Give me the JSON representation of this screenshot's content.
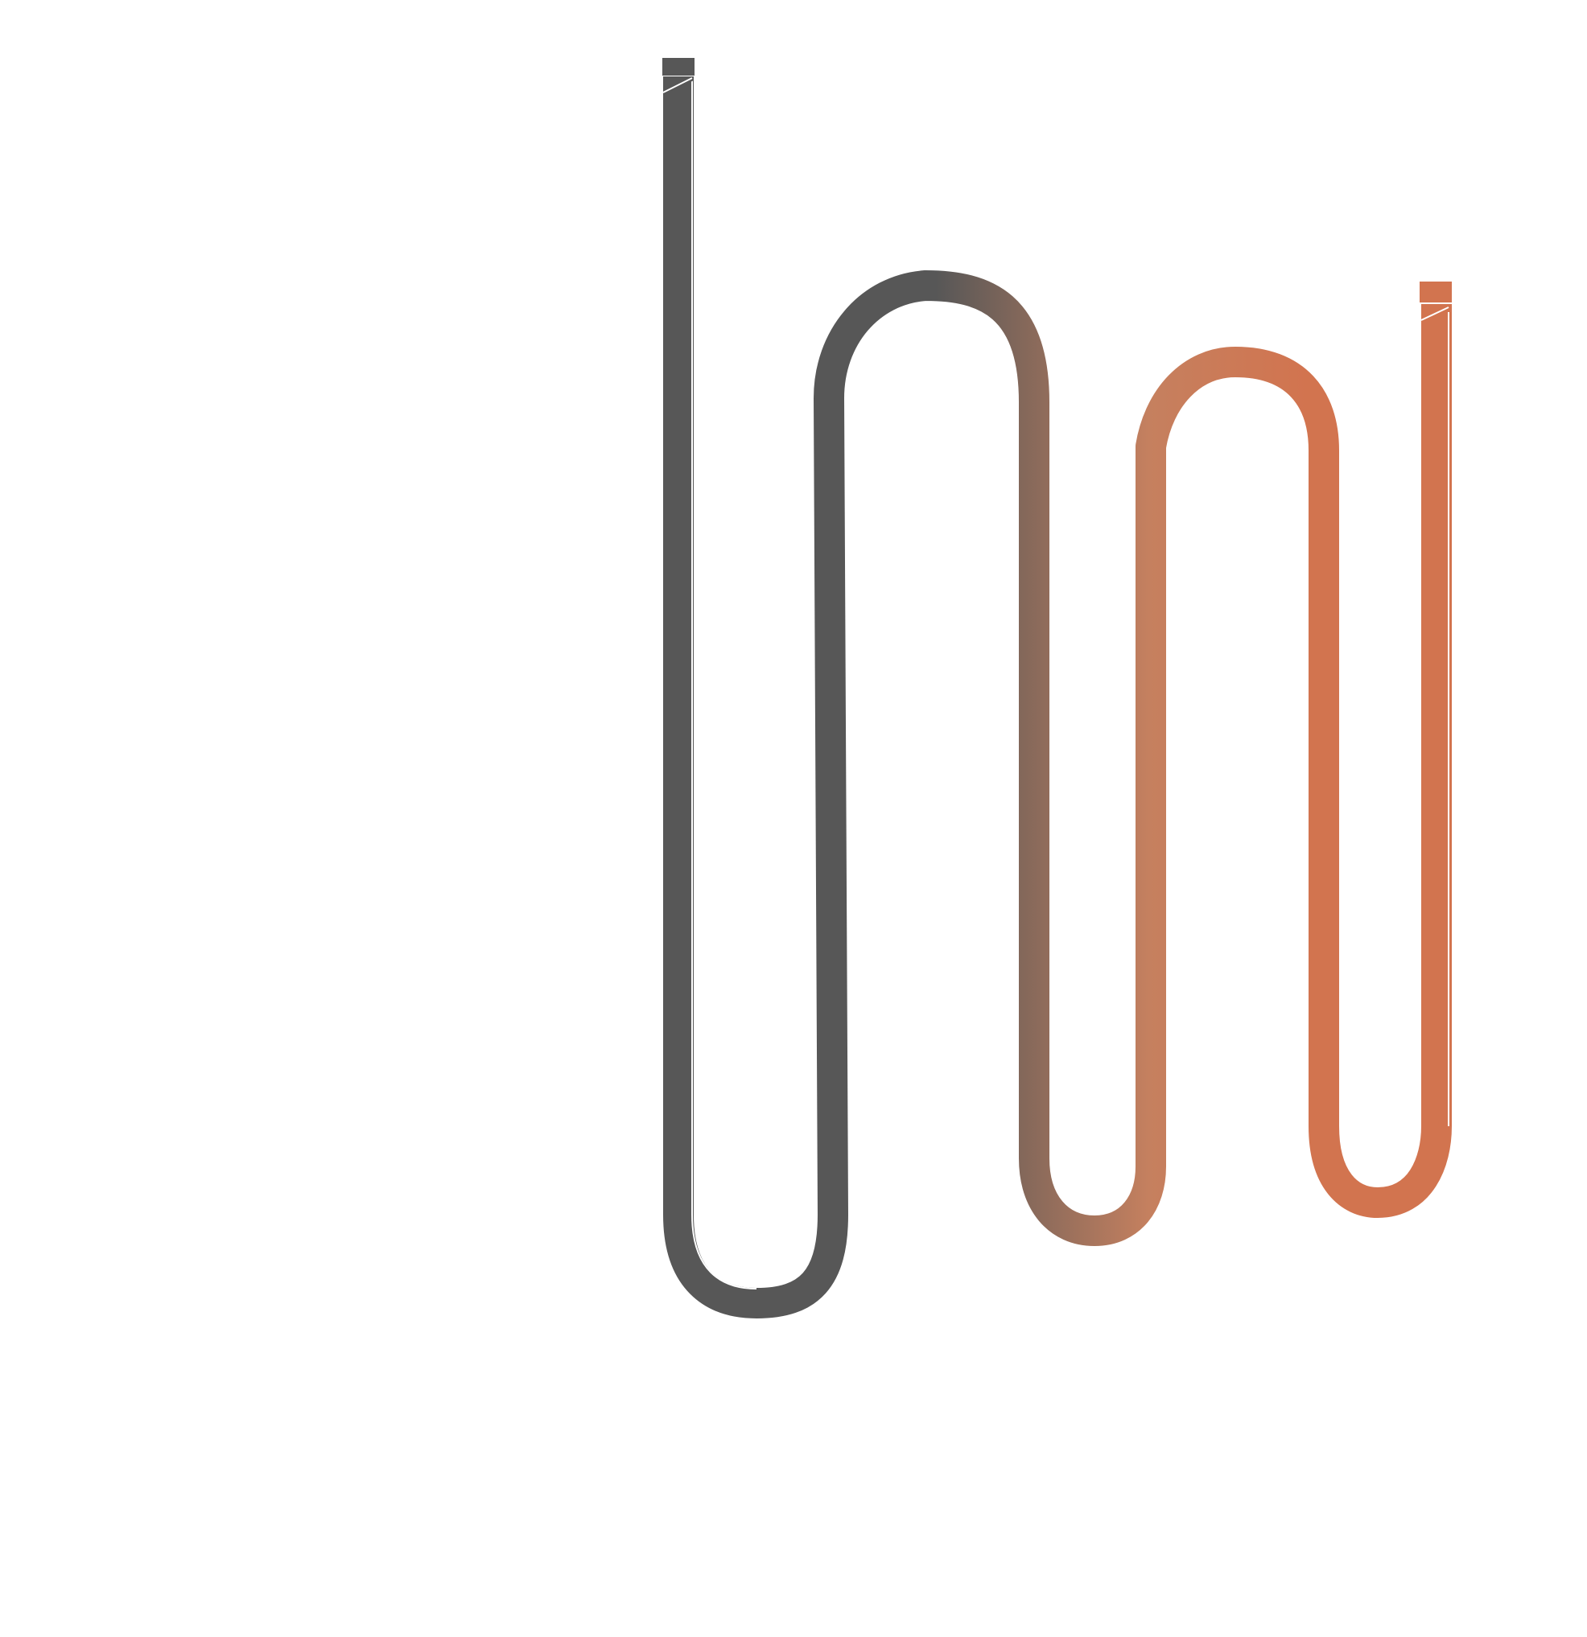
{
  "graphic": {
    "description_free": true,
    "colors": {
      "background": "#ffffff",
      "start": "#575757",
      "end": "#d2744f",
      "highlight": "#ffffff"
    },
    "elements": {
      "path": "serpentine-wire",
      "start_cap": "square-end-cap",
      "end_cap": "square-end-cap"
    }
  }
}
